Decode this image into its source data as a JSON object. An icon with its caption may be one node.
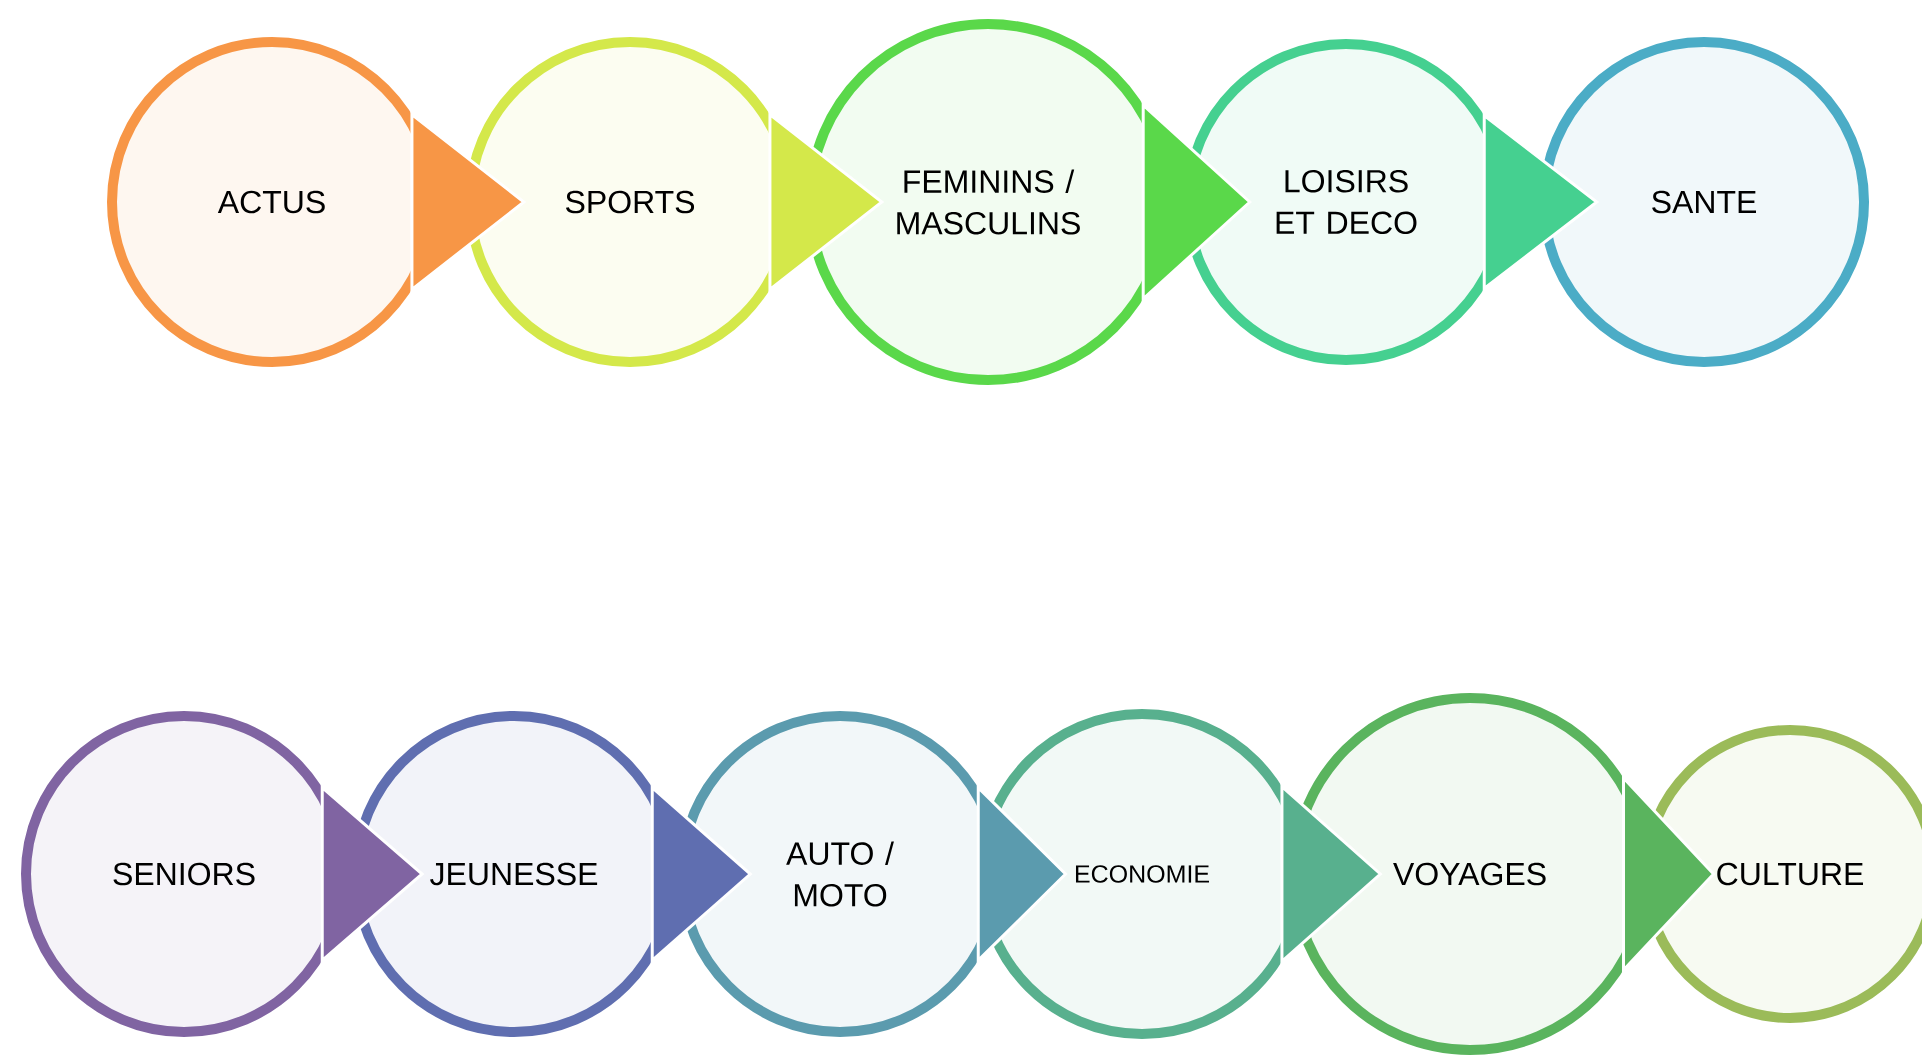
{
  "diagram": {
    "nodes": [
      {
        "text": [
          "ACTUS"
        ]
      },
      {
        "text": [
          "SPORTS"
        ]
      },
      {
        "text": [
          "FEMININS / MASCULINS"
        ]
      },
      {
        "text": [
          "LOISIRS ET DECO"
        ]
      },
      {
        "text": [
          "SANTE"
        ]
      },
      {
        "text": [
          "SENIORS"
        ]
      },
      {
        "text": [
          "JEUNESSE"
        ]
      },
      {
        "text": [
          "AUTO / MOTO"
        ]
      },
      {
        "text": [
          "ECONOMIE"
        ]
      },
      {
        "text": [
          "VOYAGES"
        ]
      },
      {
        "text": [
          "CULTURE"
        ]
      }
    ],
    "edges": [
      {
        "from": 0,
        "to": 1,
        "arrow": "to"
      },
      {
        "from": 1,
        "to": 2,
        "arrow": "to"
      },
      {
        "from": 2,
        "to": 3,
        "arrow": "to"
      },
      {
        "from": 3,
        "to": 4,
        "arrow": "to"
      },
      {
        "from": 5,
        "to": 6,
        "arrow": "to"
      },
      {
        "from": 6,
        "to": 7,
        "arrow": "to"
      },
      {
        "from": 7,
        "to": 8,
        "arrow": "to"
      },
      {
        "from": 8,
        "to": 9,
        "arrow": "to"
      },
      {
        "from": 9,
        "to": 10,
        "arrow": "to"
      }
    ]
  }
}
